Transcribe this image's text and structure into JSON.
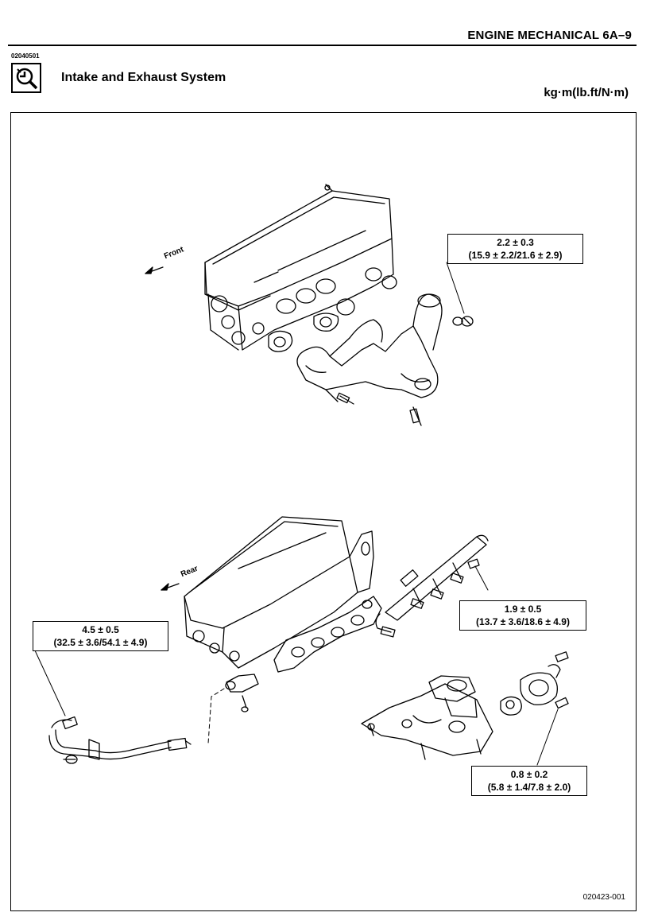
{
  "header": {
    "title": "ENGINE MECHANICAL  6A–9",
    "doc_code": "02040501"
  },
  "section": {
    "icon": "wrench-torque-icon",
    "title": "Intake and Exhaust System",
    "units": "kg·m(lb.ft/N·m)"
  },
  "labels": {
    "front": "Front",
    "rear": "Rear"
  },
  "torque_specs": [
    {
      "value": "2.2 ± 0.3",
      "conversion": "(15.9 ± 2.2/21.6 ± 2.9)"
    },
    {
      "value": "1.9 ± 0.5",
      "conversion": "(13.7 ± 3.6/18.6 ± 4.9)"
    },
    {
      "value": "4.5 ± 0.5",
      "conversion": "(32.5 ± 3.6/54.1 ± 4.9)"
    },
    {
      "value": "0.8 ± 0.2",
      "conversion": "(5.8 ± 1.4/7.8 ± 2.0)"
    }
  ],
  "figure_id": "020423-001"
}
